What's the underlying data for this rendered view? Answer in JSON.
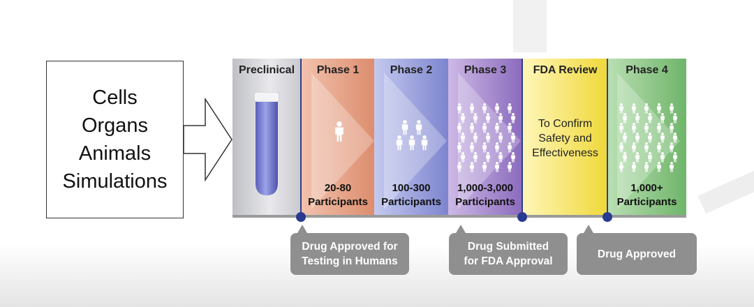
{
  "input_box": {
    "lines": [
      "Cells",
      "Organs",
      "Animals",
      "Simulations"
    ]
  },
  "stages": [
    {
      "title": "Preclinical",
      "color": "#d8d8dc"
    },
    {
      "title": "Phase 1",
      "count_line1": "20-80",
      "count_line2": "Participants",
      "people": 1,
      "color": "#e8a58a"
    },
    {
      "title": "Phase 2",
      "count_line1": "100-300",
      "count_line2": "Participants",
      "people": 5,
      "color": "#9aa2dd"
    },
    {
      "title": "Phase 3",
      "count_line1": "1,000-3,000",
      "count_line2": "Participants",
      "people": 35,
      "color": "#a98fce"
    },
    {
      "title": "FDA Review",
      "review_lines": [
        "To Confirm",
        "Safety and",
        "Effectiveness"
      ],
      "color": "#f3e25a"
    },
    {
      "title": "Phase 4",
      "count_line1": "1,000+",
      "count_line2": "Participants",
      "people": 35,
      "color": "#8fc68a"
    }
  ],
  "milestones": [
    {
      "lines": [
        "Drug Approved for",
        "Testing in Humans"
      ]
    },
    {
      "lines": [
        "Drug Submitted",
        "for FDA Approval"
      ]
    },
    {
      "lines": [
        "Drug Approved"
      ]
    }
  ]
}
